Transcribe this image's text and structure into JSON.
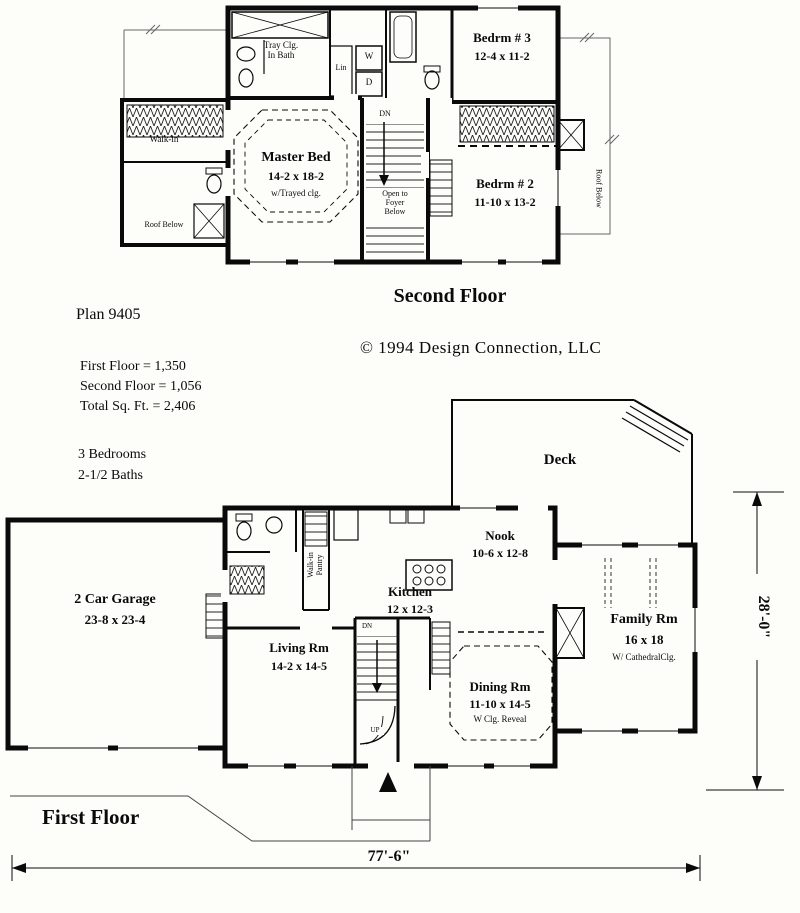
{
  "plan_info": {
    "plan_number": "Plan 9405",
    "copyright": "©   1994 Design Connection, LLC",
    "area_first": "First Floor = 1,350",
    "area_second": "Second Floor = 1,056",
    "area_total": "Total Sq. Ft. = 2,406",
    "bedrooms": "3 Bedrooms",
    "baths": "2-1/2 Baths"
  },
  "second_floor": {
    "title": "Second Floor",
    "rooms": {
      "master": {
        "name": "Master Bed",
        "dims": "14-2 x 18-2",
        "note": "w/Trayed clg."
      },
      "bedroom3": {
        "name": "Bedrm # 3",
        "dims": "12-4 x 11-2"
      },
      "bedroom2": {
        "name": "Bedrm # 2",
        "dims": "11-10 x 13-2"
      }
    },
    "annotations": {
      "tray_clg": "Tray Clg.\nIn Bath",
      "walk_in": "Walk-in",
      "roof_below_left": "Roof Below",
      "roof_below_right": "Roof Below",
      "open_to_foyer": "Open to\nFoyer\nBelow",
      "dn": "DN",
      "lin": "Lin",
      "washer": "W",
      "dryer": "D"
    }
  },
  "first_floor": {
    "title": "First Floor",
    "rooms": {
      "deck": {
        "name": "Deck"
      },
      "nook": {
        "name": "Nook",
        "dims": "10-6 x 12-8"
      },
      "kitchen": {
        "name": "Kitchen",
        "dims": "12 x 12-3"
      },
      "garage": {
        "name": "2 Car Garage",
        "dims": "23-8 x 23-4"
      },
      "family": {
        "name": "Family Rm",
        "dims": "16 x 18",
        "note": "W/ CathedralClg."
      },
      "living": {
        "name": "Living Rm",
        "dims": "14-2 x 14-5"
      },
      "dining": {
        "name": "Dining Rm",
        "dims": "11-10 x 14-5",
        "note": "W Clg. Reveal"
      }
    },
    "annotations": {
      "pantry": "Walk-in\nPantry",
      "dn": "DN",
      "up": "UP"
    }
  },
  "dimensions": {
    "width": "77'-6\"",
    "height": "28'-0\""
  }
}
